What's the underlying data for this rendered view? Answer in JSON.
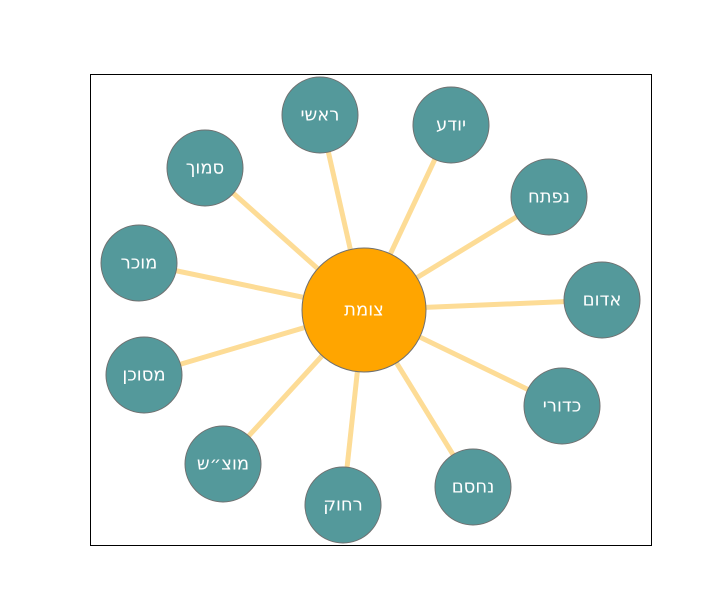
{
  "diagram": {
    "type": "hub-and-spoke",
    "colors": {
      "frame": "#000000",
      "spoke": "#fddc96",
      "hub_fill": "#ffa500",
      "node_fill": "#54999b",
      "node_stroke": "#707070",
      "label": "#ffffff"
    },
    "hub": {
      "id": "hub",
      "label": "צומת"
    },
    "nodes": [
      {
        "id": "n1",
        "label": "ראשי"
      },
      {
        "id": "n2",
        "label": "יודע"
      },
      {
        "id": "n3",
        "label": "נפתח"
      },
      {
        "id": "n4",
        "label": "אדום"
      },
      {
        "id": "n5",
        "label": "כדורי"
      },
      {
        "id": "n6",
        "label": "נחסם"
      },
      {
        "id": "n7",
        "label": "רחוק"
      },
      {
        "id": "n8",
        "label": "מוצ״ש"
      },
      {
        "id": "n9",
        "label": "מסוכן"
      },
      {
        "id": "n10",
        "label": "מוכר"
      },
      {
        "id": "n11",
        "label": "סמוך"
      }
    ],
    "edges": [
      {
        "from": "hub",
        "to": "n1"
      },
      {
        "from": "hub",
        "to": "n2"
      },
      {
        "from": "hub",
        "to": "n3"
      },
      {
        "from": "hub",
        "to": "n4"
      },
      {
        "from": "hub",
        "to": "n5"
      },
      {
        "from": "hub",
        "to": "n6"
      },
      {
        "from": "hub",
        "to": "n7"
      },
      {
        "from": "hub",
        "to": "n8"
      },
      {
        "from": "hub",
        "to": "n9"
      },
      {
        "from": "hub",
        "to": "n10"
      },
      {
        "from": "hub",
        "to": "n11"
      }
    ]
  }
}
